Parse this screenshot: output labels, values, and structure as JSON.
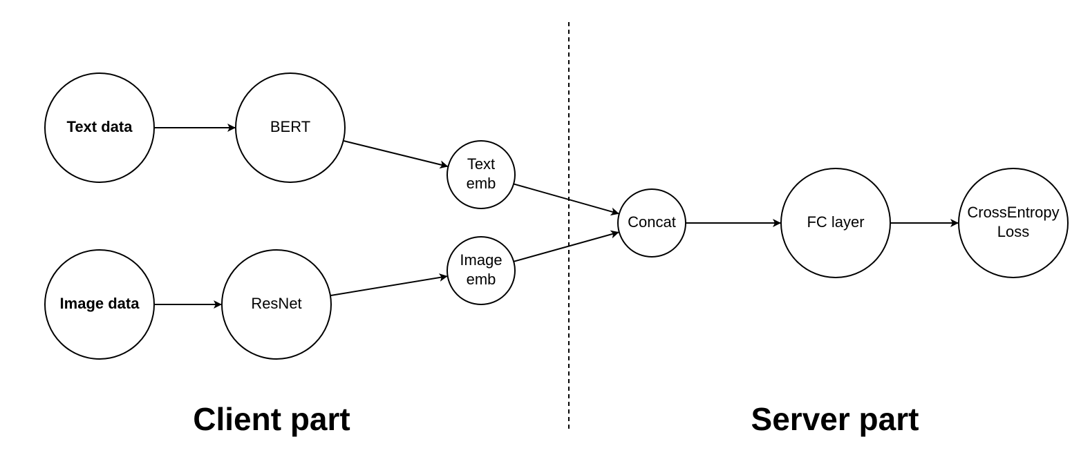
{
  "diagram": {
    "nodes": [
      {
        "id": "text_data",
        "lines": [
          "Text data"
        ],
        "bold": true
      },
      {
        "id": "bert",
        "lines": [
          "BERT"
        ],
        "bold": false
      },
      {
        "id": "text_emb",
        "lines": [
          "Text",
          "emb"
        ],
        "bold": false
      },
      {
        "id": "image_data",
        "lines": [
          "Image data"
        ],
        "bold": true
      },
      {
        "id": "resnet",
        "lines": [
          "ResNet"
        ],
        "bold": false
      },
      {
        "id": "image_emb",
        "lines": [
          "Image",
          "emb"
        ],
        "bold": false
      },
      {
        "id": "concat",
        "lines": [
          "Concat"
        ],
        "bold": false
      },
      {
        "id": "fc_layer",
        "lines": [
          "FC layer"
        ],
        "bold": false
      },
      {
        "id": "cross_entropy",
        "lines": [
          "CrossEntropy",
          "Loss"
        ],
        "bold": false
      }
    ],
    "edges": [
      {
        "from": "text_data",
        "to": "bert"
      },
      {
        "from": "bert",
        "to": "text_emb"
      },
      {
        "from": "image_data",
        "to": "resnet"
      },
      {
        "from": "resnet",
        "to": "image_emb"
      },
      {
        "from": "text_emb",
        "to": "concat"
      },
      {
        "from": "image_emb",
        "to": "concat"
      },
      {
        "from": "concat",
        "to": "fc_layer"
      },
      {
        "from": "fc_layer",
        "to": "cross_entropy"
      }
    ],
    "sections": {
      "client": "Client part",
      "server": "Server part"
    }
  }
}
